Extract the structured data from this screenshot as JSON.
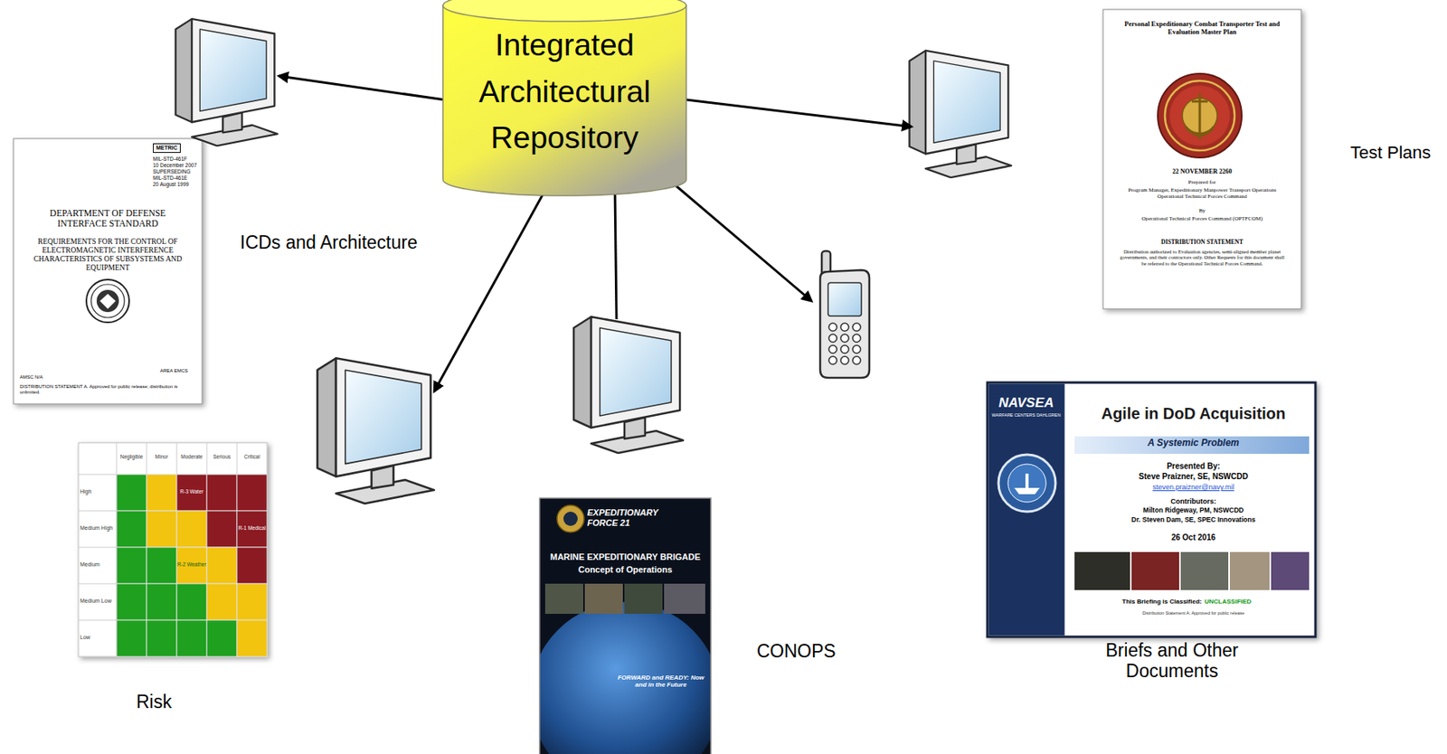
{
  "diagram": {
    "nodes": [
      {
        "text": [
          "Integrated Architectural Repository"
        ]
      },
      {
        "text": [
          "ICDs and Architecture",
          "METRIC",
          "MIL-STD-461F",
          "10 December 2007",
          "SUPERSEDING",
          "MIL-STD-461E",
          "20 August 1999",
          "DEPARTMENT OF DEFENSE INTERFACE STANDARD",
          "REQUIREMENTS FOR THE CONTROL OF ELECTROMAGNETIC INTERFERENCE CHARACTERISTICS OF SUBSYSTEMS AND EQUIPMENT",
          "AMSC N/A",
          "AREA EMCS",
          "DISTRIBUTION STATEMENT A. Approved for public release; distribution is unlimited."
        ]
      },
      {
        "text": [
          "Test Plans",
          "Personal Expeditionary Combat Transporter Test and Evaluation Master Plan",
          "22 NOVEMBER 2260",
          "Prepared for",
          "Program Manager, Expeditionary Manpower Transport Operations Operational Technical Forces Command",
          "By",
          "Operational Technical Forces Command (OPTFCOM)",
          "DISTRIBUTION STATEMENT",
          "Distribution authorized to Evaluation agencies, semi-aligned member planet governments, and their contractors only. Other Requests for this document shall be referred to the Operational Technical Forces Command."
        ]
      },
      {
        "text": [
          "Risk",
          "Negligible",
          "Minor",
          "Moderate",
          "Serious",
          "Critical",
          "High",
          "Medium High",
          "Medium",
          "Medium Low",
          "Low",
          "R-3 Water",
          "R-1 Medical",
          "R-2 Weather"
        ]
      },
      {
        "text": [
          "CONOPS",
          "EXPEDITIONARY FORCE 21",
          "MARINE EXPEDITIONARY BRIGADE",
          "Concept of Operations",
          "FORWARD and READY: Now and in the Future"
        ]
      },
      {
        "text": [
          "Briefs and Other Documents",
          "NAVSEA",
          "WARFARE CENTERS DAHLGREN",
          "Agile in DoD Acquisition",
          "A Systemic Problem",
          "Presented By:",
          "Steve Praizner, SE, NSWCDD",
          "steven.praizner@navy.mil",
          "Contributors:",
          "Milton Ridgeway, PM, NSWCDD",
          "Dr. Steven Dam, SE, SPEC Innovations",
          "26 Oct 2016",
          "This Briefing is Classified:",
          "UNCLASSIFIED",
          "Distribution Statement A: Approved for public release"
        ]
      }
    ]
  }
}
